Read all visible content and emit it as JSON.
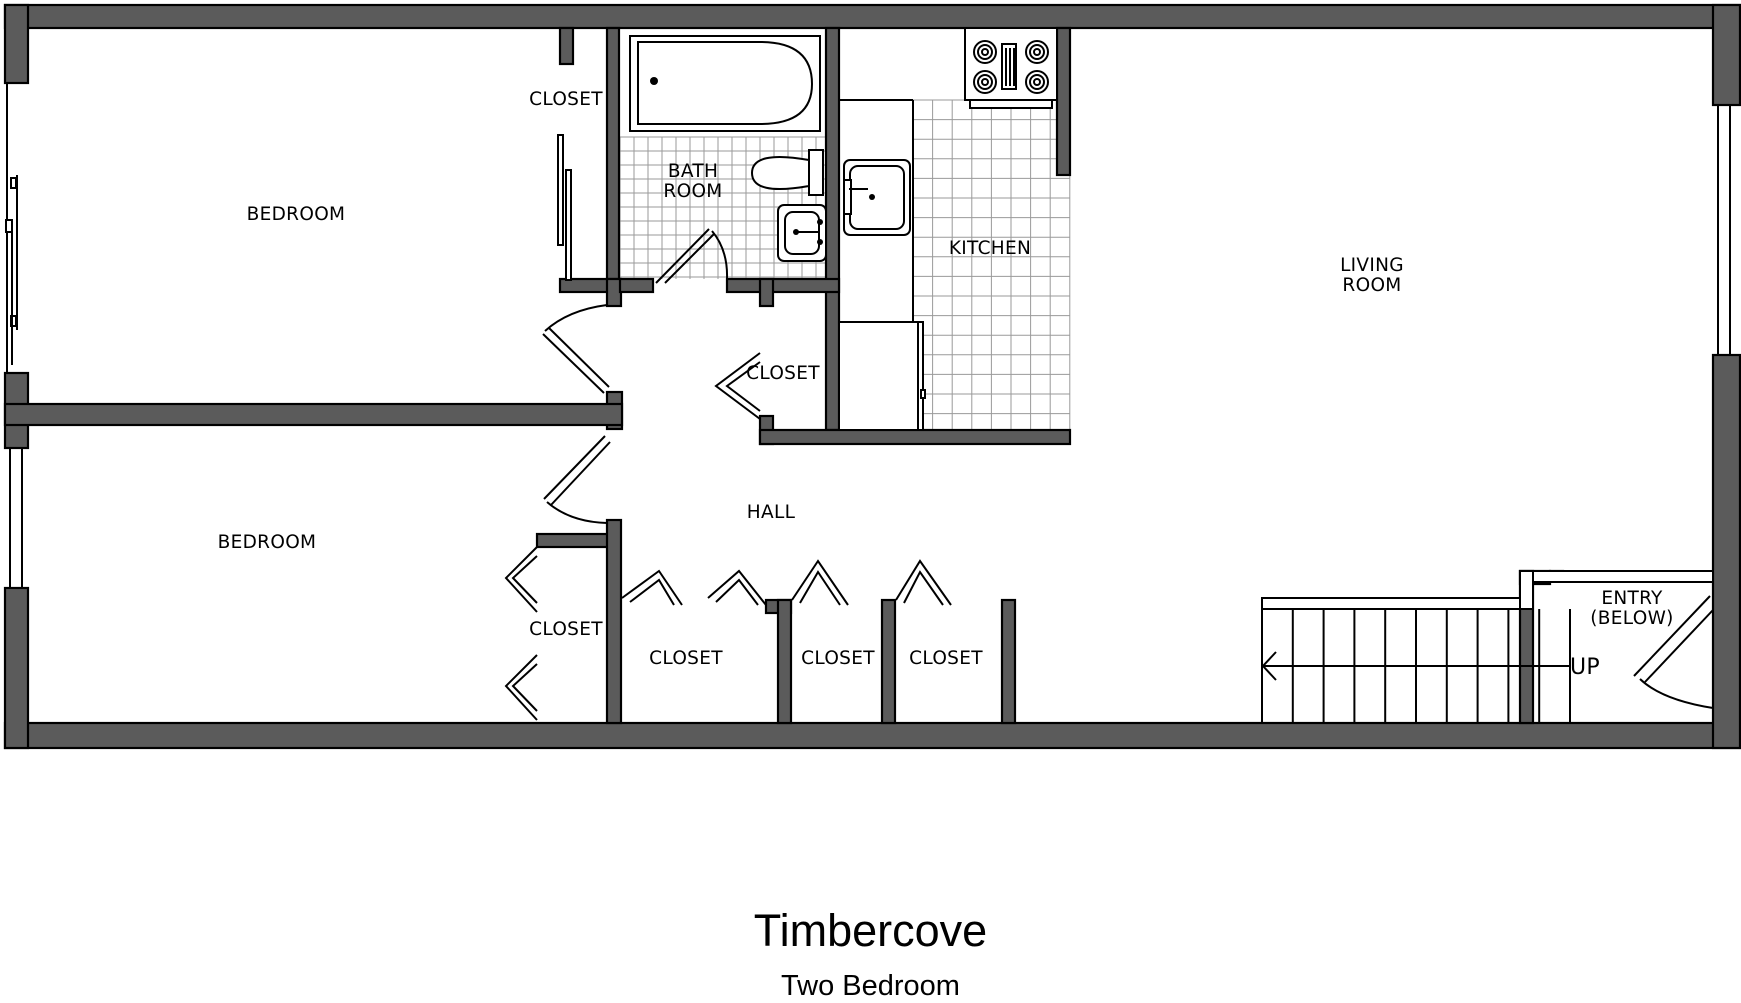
{
  "plan": {
    "name": "Timbercove",
    "type": "Two Bedroom"
  },
  "rooms": {
    "bedroom_1": "BEDROOM",
    "bedroom_2": "BEDROOM",
    "closet_1": "CLOSET",
    "bath_line1": "BATH",
    "bath_line2": "ROOM",
    "kitchen": "KITCHEN",
    "living_line1": "LIVING",
    "living_line2": "ROOM",
    "closet_2": "CLOSET",
    "hall": "HALL",
    "closet_3": "CLOSET",
    "closet_4": "CLOSET",
    "closet_5": "CLOSET",
    "closet_6": "CLOSET",
    "entry_line1": "ENTRY",
    "entry_line2": "(BELOW)",
    "stairs_up": "UP"
  }
}
